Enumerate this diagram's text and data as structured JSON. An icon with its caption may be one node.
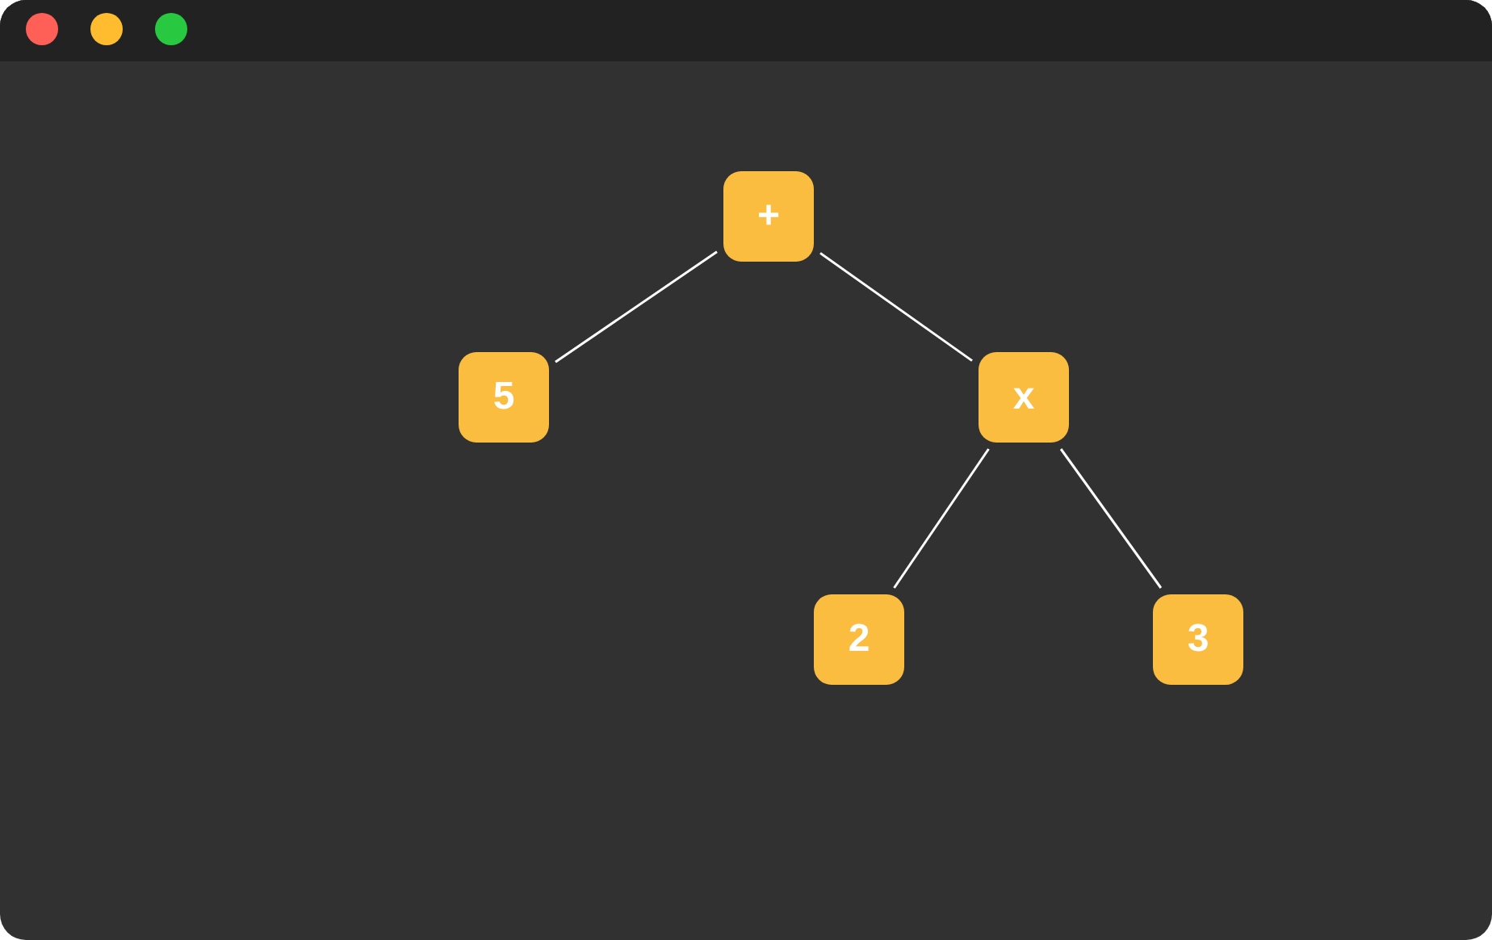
{
  "diagram": {
    "nodes": [
      {
        "text": [
          "+"
        ]
      },
      {
        "text": [
          "5"
        ]
      },
      {
        "text": [
          "x"
        ]
      },
      {
        "text": [
          "2"
        ]
      },
      {
        "text": [
          "3"
        ]
      }
    ],
    "edges": [
      {
        "from": 0,
        "to": 1,
        "arrow": "none"
      },
      {
        "from": 0,
        "to": 2,
        "arrow": "none"
      },
      {
        "from": 2,
        "to": 3,
        "arrow": "none"
      },
      {
        "from": 2,
        "to": 4,
        "arrow": "none"
      }
    ]
  }
}
